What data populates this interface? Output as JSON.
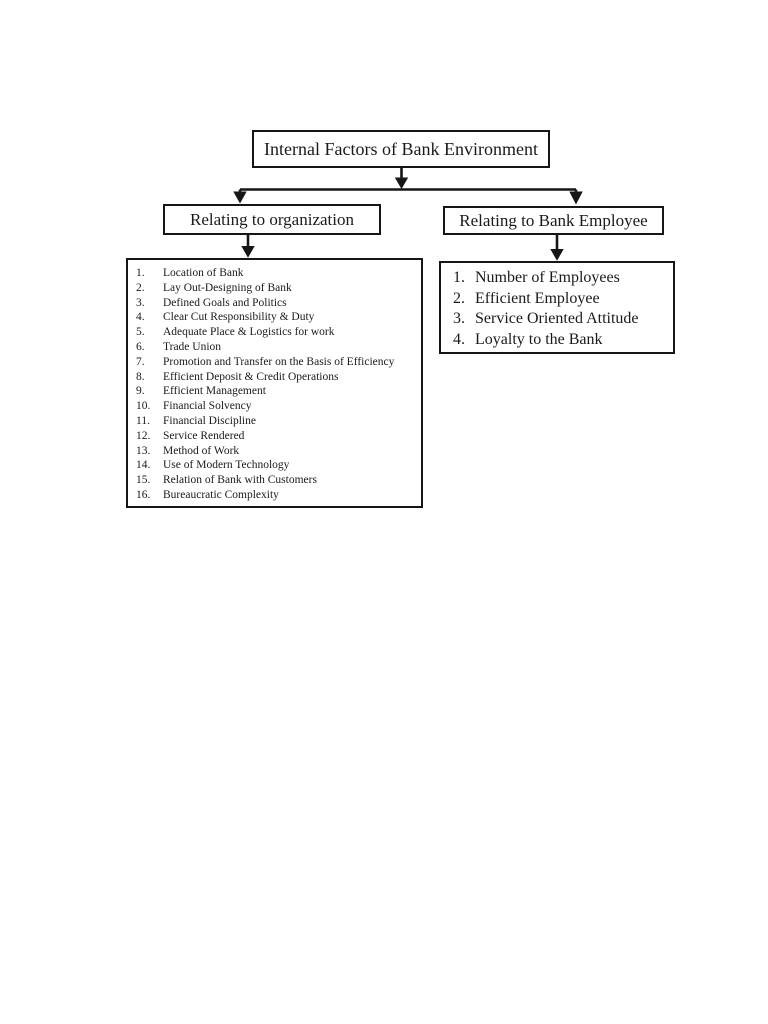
{
  "page": {
    "background": "#ffffff",
    "colors": {
      "ink": "#1a1a1a",
      "border": "#161616"
    }
  },
  "diagram": {
    "root": {
      "label": "Internal Factors of Bank Environment"
    },
    "branches": [
      {
        "label": "Relating to organization"
      },
      {
        "label": "Relating to Bank Employee"
      }
    ],
    "organization_factors": {
      "items": [
        {
          "num": "1.",
          "label": "Location of Bank"
        },
        {
          "num": "2.",
          "label": "Lay Out-Designing of Bank"
        },
        {
          "num": "3.",
          "label": "Defined Goals and Politics"
        },
        {
          "num": "4.",
          "label": "Clear Cut Responsibility & Duty"
        },
        {
          "num": "5.",
          "label": "Adequate Place & Logistics for work"
        },
        {
          "num": "6.",
          "label": "Trade Union"
        },
        {
          "num": "7.",
          "label": "Promotion and Transfer on the Basis of Efficiency"
        },
        {
          "num": "8.",
          "label": "Efficient Deposit & Credit Operations"
        },
        {
          "num": "9.",
          "label": "Efficient Management"
        },
        {
          "num": "10.",
          "label": "Financial Solvency"
        },
        {
          "num": "11.",
          "label": "Financial Discipline"
        },
        {
          "num": "12.",
          "label": "Service Rendered"
        },
        {
          "num": "13.",
          "label": "Method of Work"
        },
        {
          "num": "14.",
          "label": "Use of Modern Technology"
        },
        {
          "num": "15.",
          "label": "Relation of Bank with Customers"
        },
        {
          "num": "16.",
          "label": "Bureaucratic Complexity"
        }
      ]
    },
    "employee_factors": {
      "items": [
        {
          "num": "1.",
          "label": "Number of Employees"
        },
        {
          "num": "2.",
          "label": "Efficient Employee"
        },
        {
          "num": "3.",
          "label": "Service Oriented Attitude"
        },
        {
          "num": "4.",
          "label": "Loyalty to the Bank"
        }
      ]
    }
  }
}
